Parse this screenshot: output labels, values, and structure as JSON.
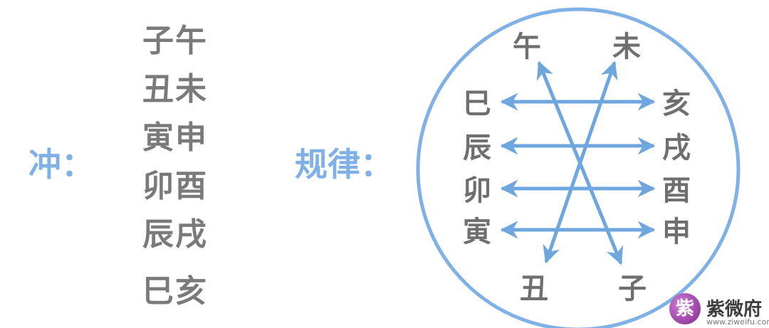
{
  "chong_label": "冲：",
  "guilv_label": "规律：",
  "pairs": [
    "子午",
    "丑未",
    "寅申",
    "卯酉",
    "辰戌",
    "巳亥"
  ],
  "diagram": {
    "top_left": "午",
    "top_right": "未",
    "left": [
      "巳",
      "辰",
      "卯",
      "寅"
    ],
    "right": [
      "亥",
      "戌",
      "酉",
      "申"
    ],
    "bottom_left": "丑",
    "bottom_right": "子"
  },
  "logo": {
    "name": "紫微府",
    "url": "www.ziweifu.com",
    "mark_text": "紫"
  },
  "colors": {
    "accent_blue": "#7fb0e6",
    "arrow_blue": "#6fa6de",
    "text_gray": "#6f6f6f"
  }
}
